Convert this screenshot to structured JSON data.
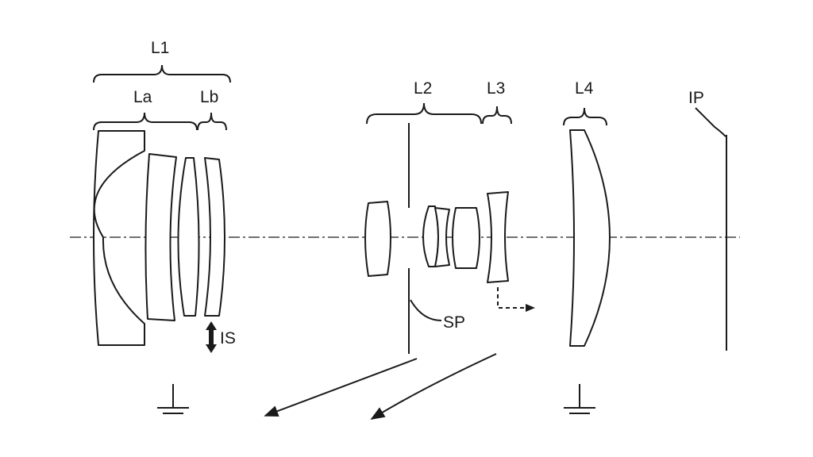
{
  "labels": {
    "l1": "L1",
    "la": "La",
    "lb": "Lb",
    "l2": "L2",
    "l3": "L3",
    "l4": "L4",
    "ip": "IP",
    "sp": "SP",
    "is": "IS"
  },
  "colors": {
    "ink": "#1a1a1a",
    "background": "#ffffff"
  }
}
